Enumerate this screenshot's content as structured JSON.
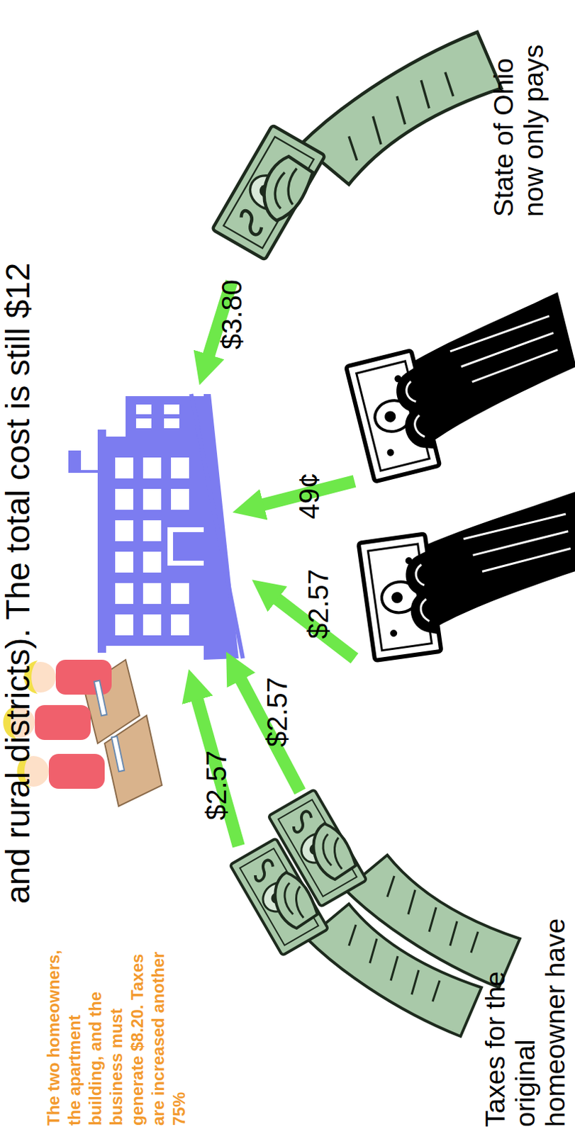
{
  "diagram": {
    "title": "and rural districts). The total cost is still $12",
    "labels": [
      "The two homeowners, the apartment building, and the business must generate $8.20. Taxes are increased another 75%",
      "Taxes for the original homeowner have",
      "$2.57",
      "$2.57",
      "$2.57",
      "49¢",
      "$3.80",
      "State of Ohio now only pays"
    ]
  }
}
